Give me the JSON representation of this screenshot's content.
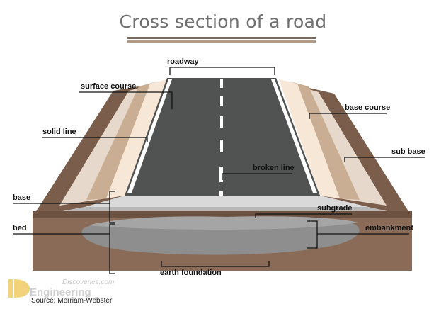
{
  "title": "Cross section of a road",
  "labels": {
    "roadway": "roadway",
    "surface_course": "surface course",
    "base_course": "base course",
    "solid_line": "solid line",
    "sub_base": "sub base",
    "broken_line": "broken line",
    "base": "base",
    "subgrade": "subgrade",
    "bed": "bed",
    "embankment": "embankment",
    "earth_foundation": "earth foundation"
  },
  "source": "Source: Merriam-Webster",
  "watermark": {
    "line1": "Discoveries.com",
    "line2": "Engineering"
  },
  "colors": {
    "asphalt": "#505352",
    "lane_line": "#ffffff",
    "shoulder_light": "#f7e7d7",
    "shoulder_tan": "#c9ae93",
    "sub_base": "#e6d9cc",
    "earth": "#8a6b57",
    "earth_dark": "#6d5242",
    "base_layer": "#cfcfcf",
    "embankment": "#8e8e8e",
    "title_rule_dark": "#7a6b5e",
    "title_rule_light": "#b49a82"
  }
}
